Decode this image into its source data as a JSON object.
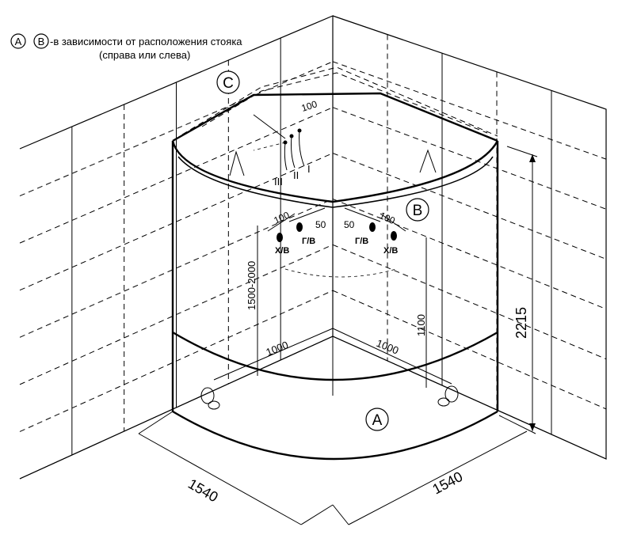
{
  "legend": {
    "badge_a": "A",
    "badge_b": "B",
    "line1": "-в зависимости от расположения стояка",
    "line2": "(справа или слева)"
  },
  "markers": {
    "c": "C",
    "b": "B",
    "a": "A"
  },
  "pipes": {
    "roman_1": "I",
    "roman_2": "II",
    "roman_3": "III",
    "cold_left": "Х/В",
    "hot_left": "Г/В",
    "hot_right": "Г/В",
    "cold_right": "Х/В"
  },
  "dimensions": {
    "top_spacing": "100",
    "left_spacing": "100",
    "right_spacing": "100",
    "left_gap": "50",
    "right_gap": "50",
    "mixer_height": "1500-2000",
    "inlet_height": "1100",
    "total_height": "2215",
    "left_wall": "1000",
    "right_wall": "1000",
    "width_left": "1540",
    "width_right": "1540"
  }
}
